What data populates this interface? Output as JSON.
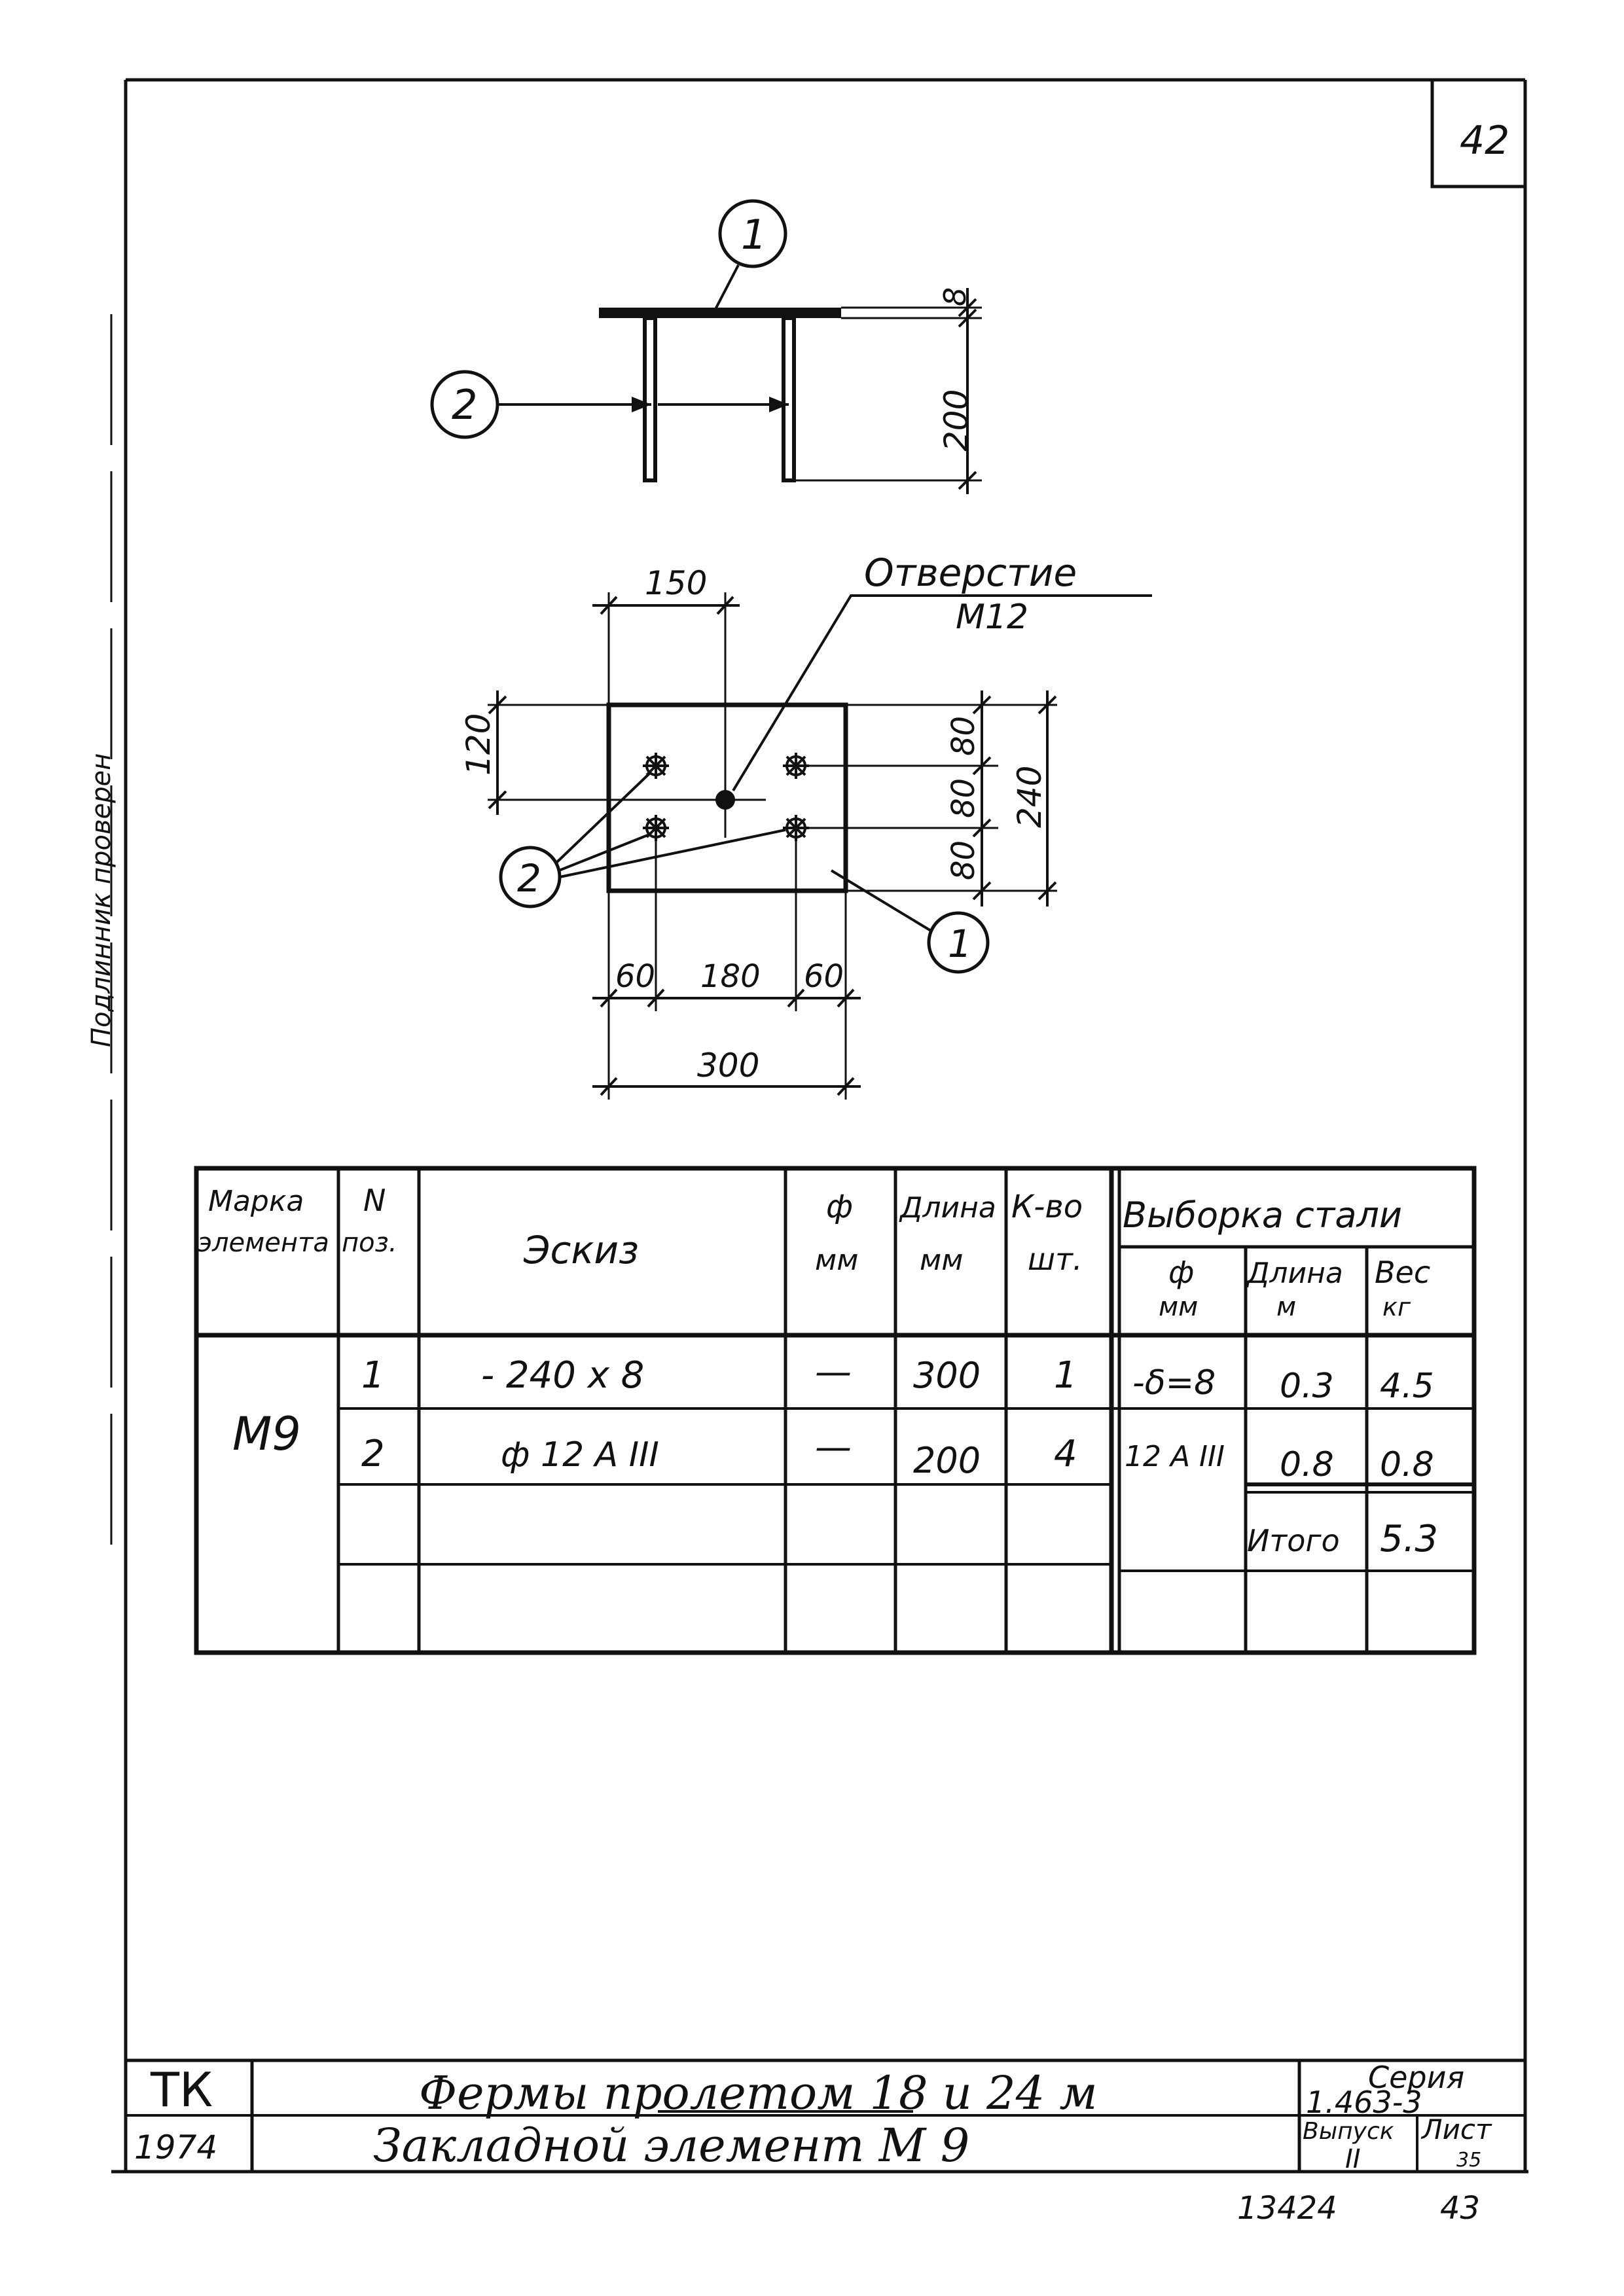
{
  "sheet_corner_number": "42",
  "side_stamp": "Подлинник проверен",
  "side_view": {
    "callout_1": "1",
    "callout_2": "2",
    "dim_plate": "8",
    "dim_height": "200"
  },
  "plan_view": {
    "hole_label_1": "Отверстие",
    "hole_label_2": "М12",
    "dim_150": "150",
    "dim_120": "120",
    "dim_80_a": "80",
    "dim_80_b": "80",
    "dim_80_c": "80",
    "dim_240": "240",
    "dim_60_a": "60",
    "dim_180": "180",
    "dim_60_b": "60",
    "dim_300": "300",
    "callout_1": "1",
    "callout_2": "2"
  },
  "table": {
    "headers": {
      "mark_1": "Марка",
      "mark_2": "элемента",
      "pos_1": "N",
      "pos_2": "поз.",
      "sketch": "Эскиз",
      "dia_1": "ф",
      "dia_2": "мм",
      "len_1": "Длина",
      "len_2": "мм",
      "qty_1": "К-во",
      "qty_2": "шт.",
      "steel": "Выборка стали",
      "s_dia_1": "ф",
      "s_dia_2": "мм",
      "s_len_1": "Длина",
      "s_len_2": "м",
      "s_wt_1": "Вес",
      "s_wt_2": "кг"
    },
    "element_mark": "М9",
    "rows": [
      {
        "pos": "1",
        "sketch": "- 240 x 8",
        "dia": "—",
        "length": "300",
        "qty": "1",
        "s_dia": "-δ=8",
        "s_len": "0.3",
        "s_wt": "4.5"
      },
      {
        "pos": "2",
        "sketch": "ф 12 А III",
        "dia": "—",
        "length": "200",
        "qty": "4",
        "s_dia": "12 А III",
        "s_len": "0.8",
        "s_wt": "0.8"
      }
    ],
    "total_label": "Итого",
    "total_value": "5.3"
  },
  "title_block": {
    "org": "ТК",
    "year": "1974",
    "title_1": "Фермы пролетом 18 и 24 м",
    "title_2": "Закладной элемент М 9",
    "series_label": "Серия",
    "series_value": "1.463-3",
    "issue_label": "Выпуск",
    "issue_value": "II",
    "sheet_label": "Лист",
    "sheet_value": "35"
  },
  "footer": {
    "inventory": "13424",
    "page": "43"
  }
}
